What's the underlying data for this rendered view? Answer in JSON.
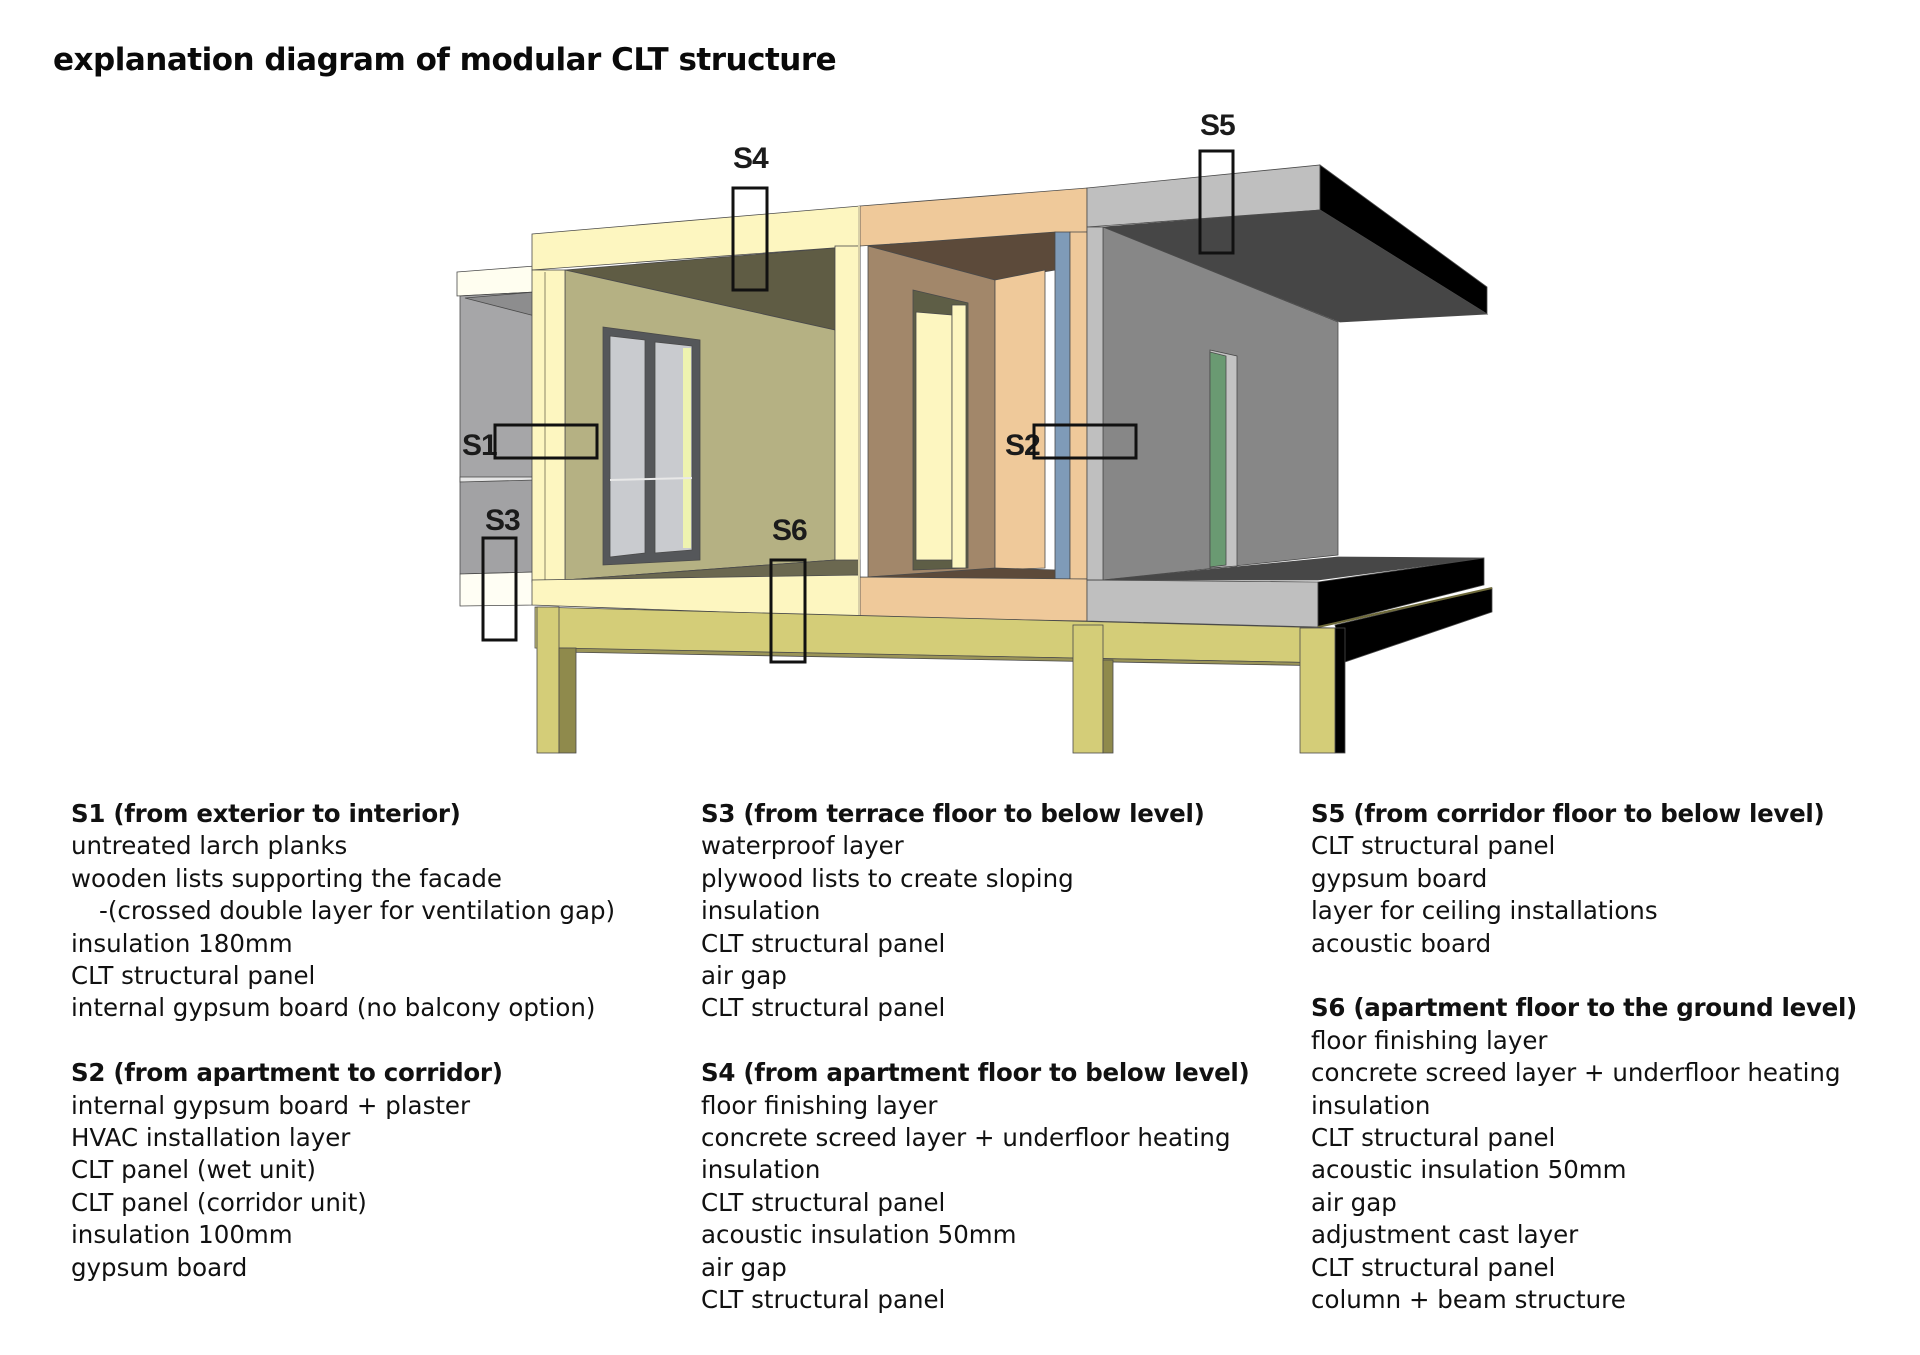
{
  "title": "explanation diagram of modular CLT structure",
  "diagram": {
    "section_markers": [
      "S1",
      "S2",
      "S3",
      "S4",
      "S5",
      "S6"
    ],
    "colors": {
      "apartment_module": "#fdf6c0",
      "apartment_wall": "#b5b183",
      "wet_unit_module": "#efc99a",
      "wet_unit_wall": "#a2876a",
      "corridor_module": "#bfbfbf",
      "corridor_wall": "#878787",
      "hvac_strip": "#7f9bb8",
      "structure": "#d4cd78",
      "door_green": "#6a9a72",
      "roof_edge": "#000000"
    }
  },
  "sections": [
    {
      "id": "S1",
      "heading": "S1 (from exterior to interior)",
      "layers": [
        {
          "text": "untreated larch planks"
        },
        {
          "text": "wooden lists supporting the facade"
        },
        {
          "text": "-(crossed double layer for ventilation gap)",
          "indent": true
        },
        {
          "text": "insulation 180mm"
        },
        {
          "text": "CLT structural panel"
        },
        {
          "text": "internal gypsum board (no balcony option)"
        }
      ]
    },
    {
      "id": "S2",
      "heading": "S2 (from apartment to corridor)",
      "layers": [
        {
          "text": "internal gypsum board + plaster"
        },
        {
          "text": "HVAC installation layer"
        },
        {
          "text": "CLT panel (wet unit)"
        },
        {
          "text": "CLT panel (corridor unit)"
        },
        {
          "text": "insulation 100mm"
        },
        {
          "text": "gypsum board"
        }
      ]
    },
    {
      "id": "S3",
      "heading": "S3 (from terrace floor to below level)",
      "layers": [
        {
          "text": "waterproof layer"
        },
        {
          "text": "plywood lists to create sloping"
        },
        {
          "text": "insulation"
        },
        {
          "text": "CLT structural panel"
        },
        {
          "text": "air gap"
        },
        {
          "text": "CLT structural panel"
        }
      ]
    },
    {
      "id": "S4",
      "heading": "S4 (from apartment floor to below level)",
      "layers": [
        {
          "text": "floor finishing layer"
        },
        {
          "text": "concrete screed layer + underfloor heating"
        },
        {
          "text": "insulation"
        },
        {
          "text": "CLT structural panel"
        },
        {
          "text": "acoustic insulation 50mm"
        },
        {
          "text": "air gap"
        },
        {
          "text": "CLT structural panel"
        }
      ]
    },
    {
      "id": "S5",
      "heading": "S5 (from corridor floor to below level)",
      "layers": [
        {
          "text": "CLT structural panel"
        },
        {
          "text": "gypsum board"
        },
        {
          "text": "layer for ceiling installations"
        },
        {
          "text": "acoustic board"
        }
      ]
    },
    {
      "id": "S6",
      "heading": "S6 (apartment floor to the ground level)",
      "layers": [
        {
          "text": "floor finishing layer"
        },
        {
          "text": "concrete screed layer + underfloor heating"
        },
        {
          "text": "insulation"
        },
        {
          "text": "CLT structural panel"
        },
        {
          "text": "acoustic insulation 50mm"
        },
        {
          "text": "air gap"
        },
        {
          "text": "adjustment cast layer"
        },
        {
          "text": "CLT structural panel"
        },
        {
          "text": "column + beam structure"
        }
      ]
    }
  ]
}
